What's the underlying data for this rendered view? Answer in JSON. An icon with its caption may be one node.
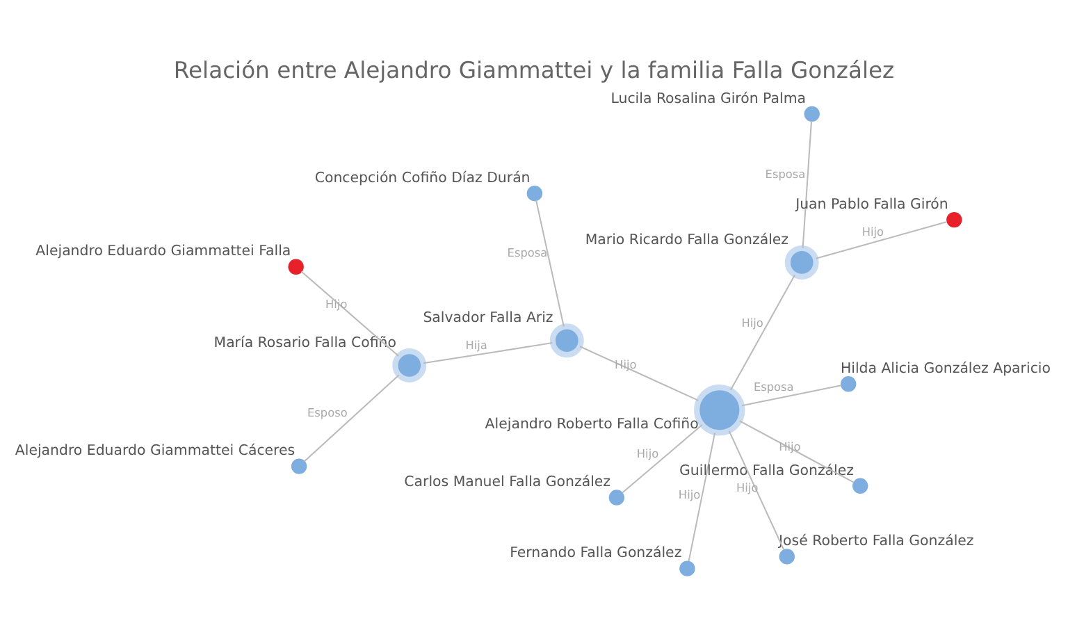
{
  "diagram": {
    "title": "Relación entre Alejandro Giammattei y la familia Falla González",
    "nodes": [
      {
        "text": [
          "Salvador Falla Ariz"
        ]
      },
      {
        "text": [
          "Concepción Cofiño Díaz Durán"
        ]
      },
      {
        "text": [
          "Fernando Falla González"
        ]
      },
      {
        "text": [
          "Alejandro Roberto Falla Cofiño"
        ]
      },
      {
        "text": [
          "Hilda Alicia González Aparicio"
        ]
      },
      {
        "text": [
          "María Rosario Falla Cofiño"
        ]
      },
      {
        "text": [
          "Alejandro Eduardo Giammattei Cáceres"
        ]
      },
      {
        "text": [
          "Guillermo Falla González"
        ]
      },
      {
        "text": [
          "Carlos Manuel Falla González"
        ]
      },
      {
        "text": [
          "José Roberto Falla González"
        ]
      },
      {
        "text": [
          "Mario Ricardo Falla González"
        ]
      },
      {
        "text": [
          "Lucila Rosalina Girón Palma"
        ]
      },
      {
        "text": [
          "Alejandro Eduardo Giammattei Falla"
        ]
      },
      {
        "text": [
          "Juan Pablo Falla Girón"
        ]
      }
    ],
    "edges": [
      {
        "from": 0,
        "to": 1,
        "arrow": "none",
        "label": "Esposa"
      },
      {
        "from": 0,
        "to": 3,
        "arrow": "none",
        "label": "Hijo"
      },
      {
        "from": 0,
        "to": 5,
        "arrow": "none",
        "label": "Hija"
      },
      {
        "from": 3,
        "to": 2,
        "arrow": "none",
        "label": "Hijo"
      },
      {
        "from": 3,
        "to": 7,
        "arrow": "none",
        "label": "Hijo"
      },
      {
        "from": 3,
        "to": 4,
        "arrow": "none",
        "label": "Esposa"
      },
      {
        "from": 3,
        "to": 8,
        "arrow": "none",
        "label": "Hijo"
      },
      {
        "from": 3,
        "to": 9,
        "arrow": "none",
        "label": "Hijo"
      },
      {
        "from": 3,
        "to": 10,
        "arrow": "none",
        "label": "Hijo"
      },
      {
        "from": 5,
        "to": 6,
        "arrow": "none",
        "label": "Esposo"
      },
      {
        "from": 5,
        "to": 12,
        "arrow": "none",
        "label": "Hijo"
      },
      {
        "from": 10,
        "to": 11,
        "arrow": "none",
        "label": "Esposa"
      },
      {
        "from": 10,
        "to": 13,
        "arrow": "none",
        "label": "Hijo"
      }
    ]
  }
}
